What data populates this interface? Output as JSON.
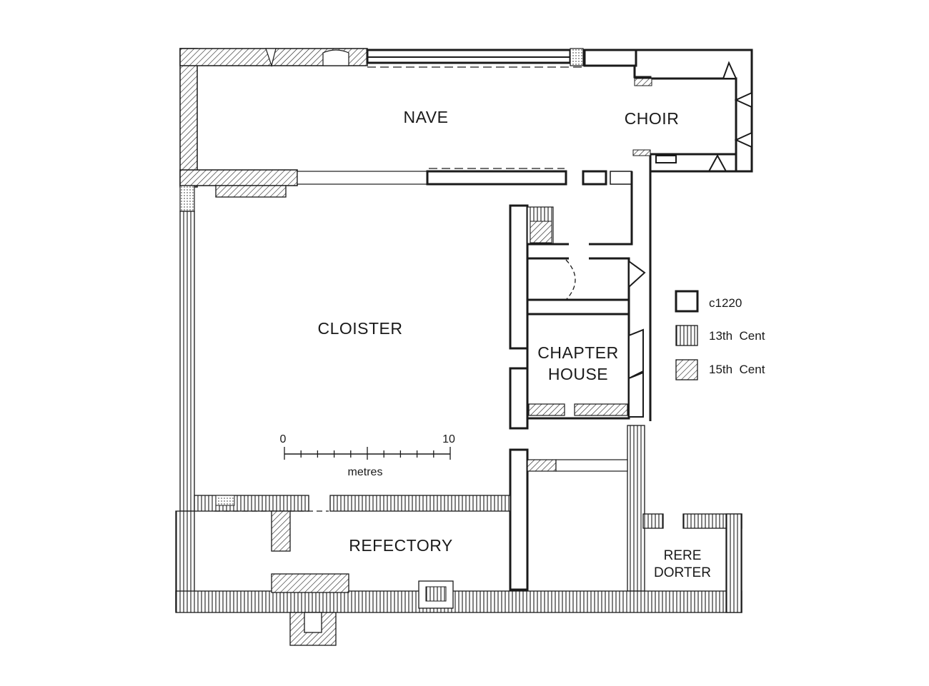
{
  "rooms": {
    "nave": "NAVE",
    "choir": "CHOIR",
    "cloister": "CLOISTER",
    "chapter_house_line1": "CHAPTER",
    "chapter_house_line2": "HOUSE",
    "refectory": "REFECTORY",
    "rere_dorter_line1": "RERE",
    "rere_dorter_line2": "DORTER"
  },
  "legend": [
    {
      "key": "c1220",
      "label": "c1220",
      "style": "solid-outline"
    },
    {
      "key": "13th",
      "label": "13th  Cent",
      "style": "vertical-hatch"
    },
    {
      "key": "15th",
      "label": "15th  Cent",
      "style": "diagonal-hatch"
    }
  ],
  "scale_bar": {
    "start_label": "0",
    "end_label": "10",
    "unit_label": "metres"
  },
  "colors": {
    "ink": "#1a1a1a",
    "paper": "#ffffff"
  }
}
